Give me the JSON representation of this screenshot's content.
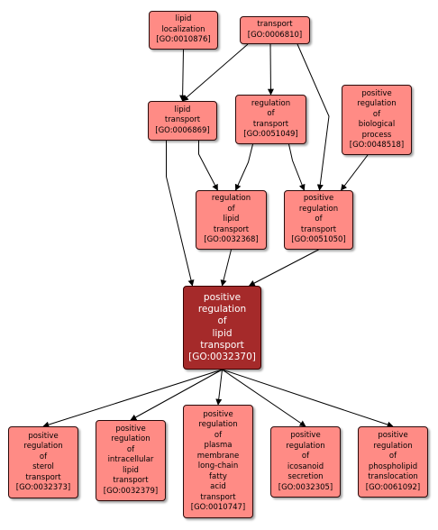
{
  "colors": {
    "node_fill": "#ff8b85",
    "focus_fill": "#a52a2a",
    "edge": "#000000"
  },
  "nodes": {
    "lipid_localization": {
      "lines": [
        "lipid",
        "localization",
        "[GO:0010876]"
      ]
    },
    "transport": {
      "lines": [
        "transport",
        "[GO:0006810]"
      ]
    },
    "lipid_transport": {
      "lines": [
        "lipid",
        "transport",
        "[GO:0006869]"
      ]
    },
    "regulation_of_transport": {
      "lines": [
        "regulation",
        "of",
        "transport",
        "[GO:0051049]"
      ]
    },
    "positive_regulation_of_biological_process": {
      "lines": [
        "positive",
        "regulation",
        "of",
        "biological",
        "process",
        "[GO:0048518]"
      ]
    },
    "regulation_of_lipid_transport": {
      "lines": [
        "regulation",
        "of",
        "lipid",
        "transport",
        "[GO:0032368]"
      ]
    },
    "positive_regulation_of_transport": {
      "lines": [
        "positive",
        "regulation",
        "of",
        "transport",
        "[GO:0051050]"
      ]
    },
    "positive_regulation_of_lipid_transport": {
      "lines": [
        "positive",
        "regulation",
        "of",
        "lipid",
        "transport",
        "[GO:0032370]"
      ]
    },
    "positive_regulation_of_sterol_transport": {
      "lines": [
        "positive",
        "regulation",
        "of",
        "sterol",
        "transport",
        "[GO:0032373]"
      ]
    },
    "positive_regulation_of_intracellular_lipid_transport": {
      "lines": [
        "positive",
        "regulation",
        "of",
        "intracellular",
        "lipid",
        "transport",
        "[GO:0032379]"
      ]
    },
    "positive_regulation_of_plasma_membrane_long_chain_fatty_acid_transport": {
      "lines": [
        "positive",
        "regulation",
        "of",
        "plasma",
        "membrane",
        "long-chain",
        "fatty",
        "acid",
        "transport",
        "[GO:0010747]"
      ]
    },
    "positive_regulation_of_icosanoid_secretion": {
      "lines": [
        "positive",
        "regulation",
        "of",
        "icosanoid",
        "secretion",
        "[GO:0032305]"
      ]
    },
    "positive_regulation_of_phospholipid_translocation": {
      "lines": [
        "positive",
        "regulation",
        "of",
        "phospholipid",
        "translocation",
        "[GO:0061092]"
      ]
    }
  },
  "edges": [
    [
      "lipid_localization",
      "lipid_transport"
    ],
    [
      "transport",
      "lipid_transport"
    ],
    [
      "transport",
      "regulation_of_transport"
    ],
    [
      "transport",
      "positive_regulation_of_transport"
    ],
    [
      "lipid_transport",
      "regulation_of_lipid_transport"
    ],
    [
      "lipid_transport",
      "positive_regulation_of_lipid_transport"
    ],
    [
      "regulation_of_transport",
      "regulation_of_lipid_transport"
    ],
    [
      "regulation_of_transport",
      "positive_regulation_of_transport"
    ],
    [
      "positive_regulation_of_biological_process",
      "positive_regulation_of_transport"
    ],
    [
      "regulation_of_lipid_transport",
      "positive_regulation_of_lipid_transport"
    ],
    [
      "positive_regulation_of_transport",
      "positive_regulation_of_lipid_transport"
    ],
    [
      "positive_regulation_of_lipid_transport",
      "positive_regulation_of_sterol_transport"
    ],
    [
      "positive_regulation_of_lipid_transport",
      "positive_regulation_of_intracellular_lipid_transport"
    ],
    [
      "positive_regulation_of_lipid_transport",
      "positive_regulation_of_plasma_membrane_long_chain_fatty_acid_transport"
    ],
    [
      "positive_regulation_of_lipid_transport",
      "positive_regulation_of_icosanoid_secretion"
    ],
    [
      "positive_regulation_of_lipid_transport",
      "positive_regulation_of_phospholipid_translocation"
    ]
  ]
}
